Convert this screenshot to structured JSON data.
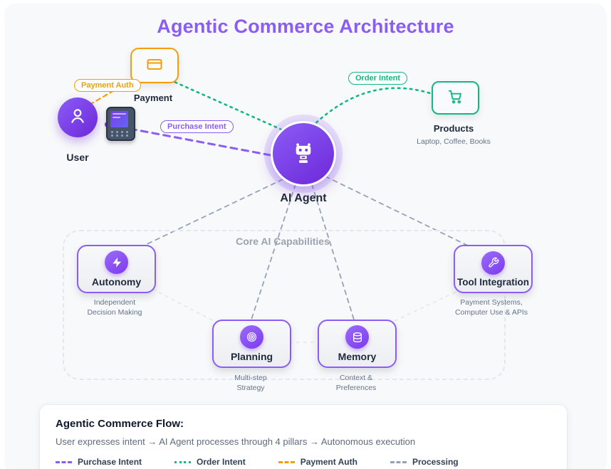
{
  "title": "Agentic Commerce Architecture",
  "nodes": {
    "user": {
      "label": "User"
    },
    "payment": {
      "label": "Payment"
    },
    "products": {
      "label": "Products",
      "subtitle": "Laptop, Coffee, Books"
    },
    "ai_agent": {
      "label": "AI Agent"
    }
  },
  "edge_labels": {
    "payment_auth": "Payment Auth",
    "purchase_intent": "Purchase Intent",
    "order_intent": "Order Intent"
  },
  "capabilities": {
    "title": "Core AI Capabilities",
    "pillars": [
      {
        "id": "autonomy",
        "label": "Autonomy",
        "subtitle": "Independent Decision Making",
        "icon": "zap-icon"
      },
      {
        "id": "planning",
        "label": "Planning",
        "subtitle": "Multi-step Strategy",
        "icon": "target-icon"
      },
      {
        "id": "memory",
        "label": "Memory",
        "subtitle": "Context & Preferences",
        "icon": "database-icon"
      },
      {
        "id": "tool-integration",
        "label": "Tool Integration",
        "subtitle": "Payment Systems, Computer Use & APIs",
        "icon": "wrench-icon"
      }
    ]
  },
  "flow_panel": {
    "title": "Agentic Commerce Flow:",
    "description": "User expresses intent → AI Agent processes through 4 pillars → Autonomous execution",
    "legend": [
      {
        "label": "Purchase Intent",
        "color": "#8b5cf6",
        "style": "dashed"
      },
      {
        "label": "Order Intent",
        "color": "#10b981",
        "style": "dotted"
      },
      {
        "label": "Payment Auth",
        "color": "#f59e0b",
        "style": "dashed"
      },
      {
        "label": "Processing",
        "color": "#94a3b8",
        "style": "dashed"
      }
    ]
  },
  "colors": {
    "accent_purple": "#8b5cf6",
    "accent_green": "#10b981",
    "accent_orange": "#f59e0b",
    "accent_gray": "#94a3b8",
    "board_background": "#f8f9fa"
  }
}
